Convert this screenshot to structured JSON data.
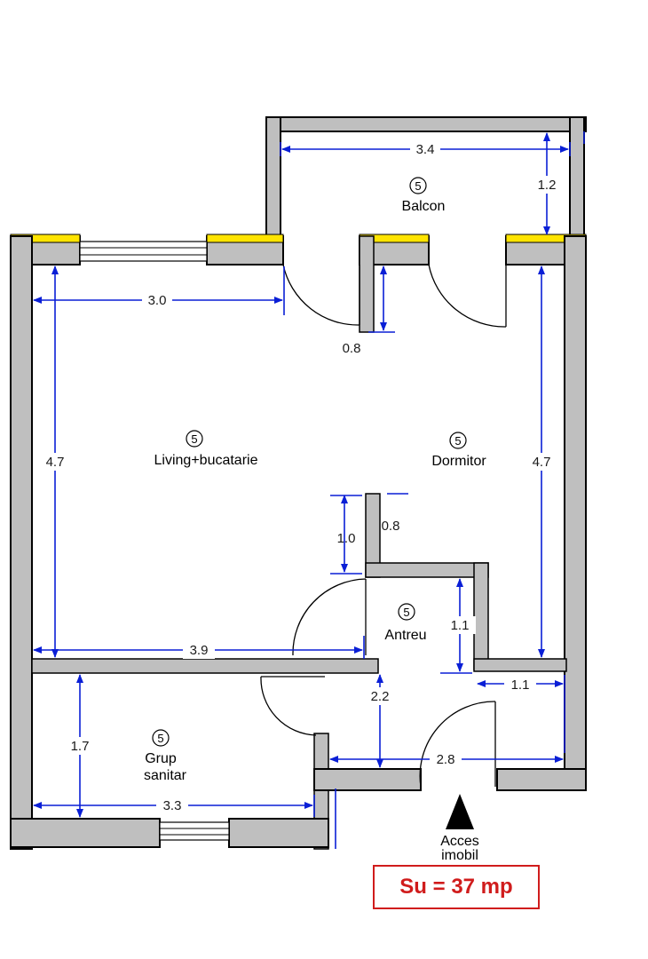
{
  "rooms": {
    "balcon": {
      "label": "Balcon",
      "marker": "5"
    },
    "living": {
      "label": "Living+bucatarie",
      "marker": "5"
    },
    "dormitor": {
      "label": "Dormitor",
      "marker": "5"
    },
    "antreu": {
      "label": "Antreu",
      "marker": "5"
    },
    "grup_line1": "Grup",
    "grup_line2": "sanitar",
    "grup_marker": "5"
  },
  "dimensions": {
    "balcon_width": "3.4",
    "balcon_depth": "1.2",
    "living_top_width": "3.0",
    "living_door_offset": "0.8",
    "living_height": "4.7",
    "dormitor_height": "4.7",
    "partition_gap": "1.0",
    "partition_door": "0.8",
    "antreu_height": "1.1",
    "living_bottom_width": "3.9",
    "antreu_width": "1.1",
    "antreu_length": "2.2",
    "grup_height": "1.7",
    "grup_width": "3.3",
    "access_width": "2.8"
  },
  "access": {
    "line1": "Acces",
    "line2": "imobil"
  },
  "area_label": "Su = 37 mp",
  "colors": {
    "walls": "#bfbfbf",
    "dimensions": "#0a1fd6",
    "wall_highlight": "#ffe400",
    "area_text": "#d01c1c"
  }
}
